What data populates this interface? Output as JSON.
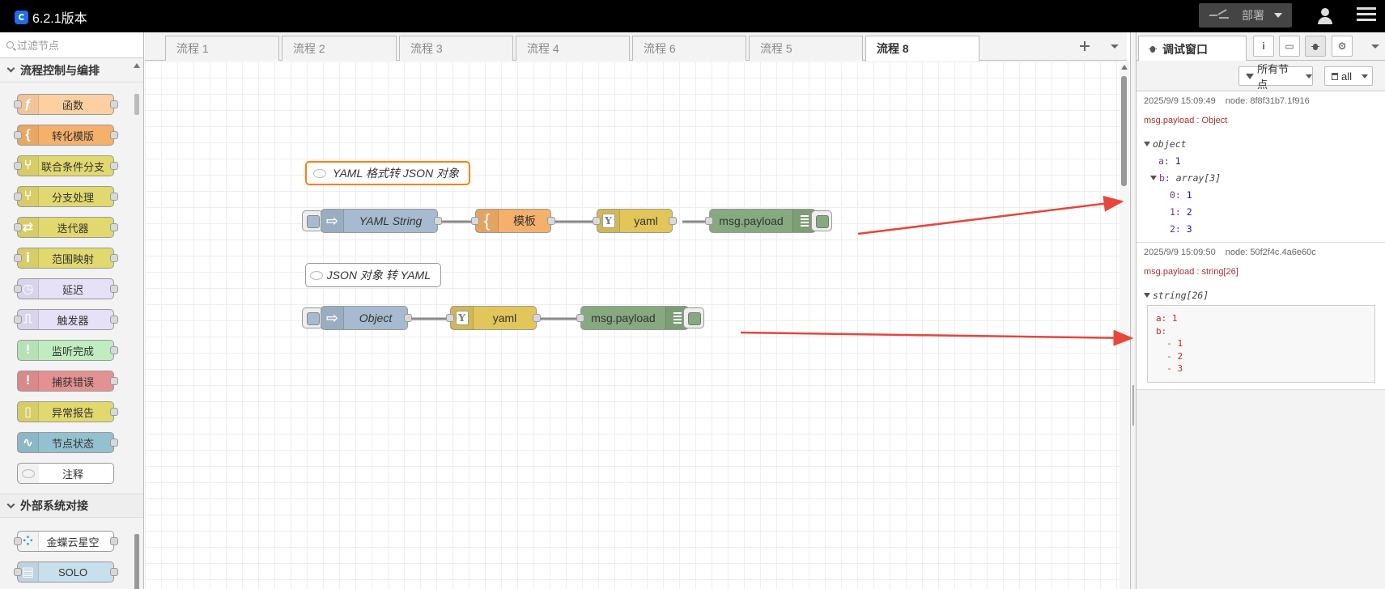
{
  "header": {
    "title": "6.2.1版本",
    "deploy_label": "部署"
  },
  "palette": {
    "search_placeholder": "过滤节点",
    "categories": [
      {
        "name": "流程控制与编排",
        "nodes": [
          {
            "label": "函数",
            "color": "#fdd0a2",
            "icon": "function-icon"
          },
          {
            "label": "转化模版",
            "color": "#f5b06b",
            "icon": "template-icon"
          },
          {
            "label": "联合条件分支",
            "color": "#e2d96e",
            "icon": "switch-icon"
          },
          {
            "label": "分支处理",
            "color": "#e2d96e",
            "icon": "switch-icon"
          },
          {
            "label": "迭代器",
            "color": "#e2d96e",
            "icon": "loop-icon"
          },
          {
            "label": "范围映射",
            "color": "#e2d96e",
            "icon": "range-icon"
          },
          {
            "label": "延迟",
            "color": "#e6e0f8",
            "icon": "timer-icon"
          },
          {
            "label": "触发器",
            "color": "#e6e0f8",
            "icon": "trigger-icon"
          },
          {
            "label": "监听完成",
            "color": "#c0edc0",
            "icon": "alert-icon"
          },
          {
            "label": "捕获错误",
            "color": "#e49191",
            "icon": "alert-icon"
          },
          {
            "label": "异常报告",
            "color": "#e2d96e",
            "icon": "status-icon"
          },
          {
            "label": "节点状态",
            "color": "#94c1d0",
            "icon": "pulse-icon"
          },
          {
            "label": "注释",
            "color": "#ffffff",
            "icon": "comment-icon"
          }
        ]
      },
      {
        "name": "外部系统对接",
        "nodes": [
          {
            "label": "金蝶云星空",
            "color": "#ffffff",
            "icon": "kingdee-icon"
          },
          {
            "label": "SOLO",
            "color": "#c8e0ec",
            "icon": "db-icon"
          }
        ]
      }
    ]
  },
  "tabs": [
    "流程 1",
    "流程 2",
    "流程 3",
    "流程 4",
    "流程 6",
    "流程 5",
    "流程 8"
  ],
  "active_tab": "流程 8",
  "flow": {
    "comment1": "YAML 格式转 JSON 对象",
    "comment2": "JSON 对象 转 YAML",
    "row1": {
      "inject": "YAML String",
      "template": "模板",
      "yaml": "yaml",
      "debug": "msg.payload"
    },
    "row2": {
      "inject": "Object",
      "yaml": "yaml",
      "debug": "msg.payload"
    }
  },
  "sidebar": {
    "tab_label": "调试窗口",
    "filter_label": "所有节点",
    "clear_label": "all",
    "messages": [
      {
        "time": "2025/9/9 15:09:49",
        "node": "node: 8f8f31b7.1f916",
        "topic": "msg.payload : Object",
        "root_type": "object",
        "a_key": "a:",
        "a_val": "1",
        "b_key": "b:",
        "b_type": "array[3]",
        "items": [
          {
            "k": "0:",
            "v": "1"
          },
          {
            "k": "1:",
            "v": "2"
          },
          {
            "k": "2:",
            "v": "3"
          }
        ]
      },
      {
        "time": "2025/9/9 15:09:50",
        "node": "node: 50f2f4c.4a6e60c",
        "topic": "msg.payload : string[26]",
        "root_type": "string[26]",
        "value": "a: 1\nb:\n  - 1\n  - 2\n  - 3"
      }
    ]
  },
  "colors": {
    "inject": "#a6bbcf",
    "template": "#f5b06b",
    "yaml": "#e2c65a",
    "debug": "#87a980",
    "arrow": "#e8453c",
    "selected": "#ff7f0e"
  }
}
